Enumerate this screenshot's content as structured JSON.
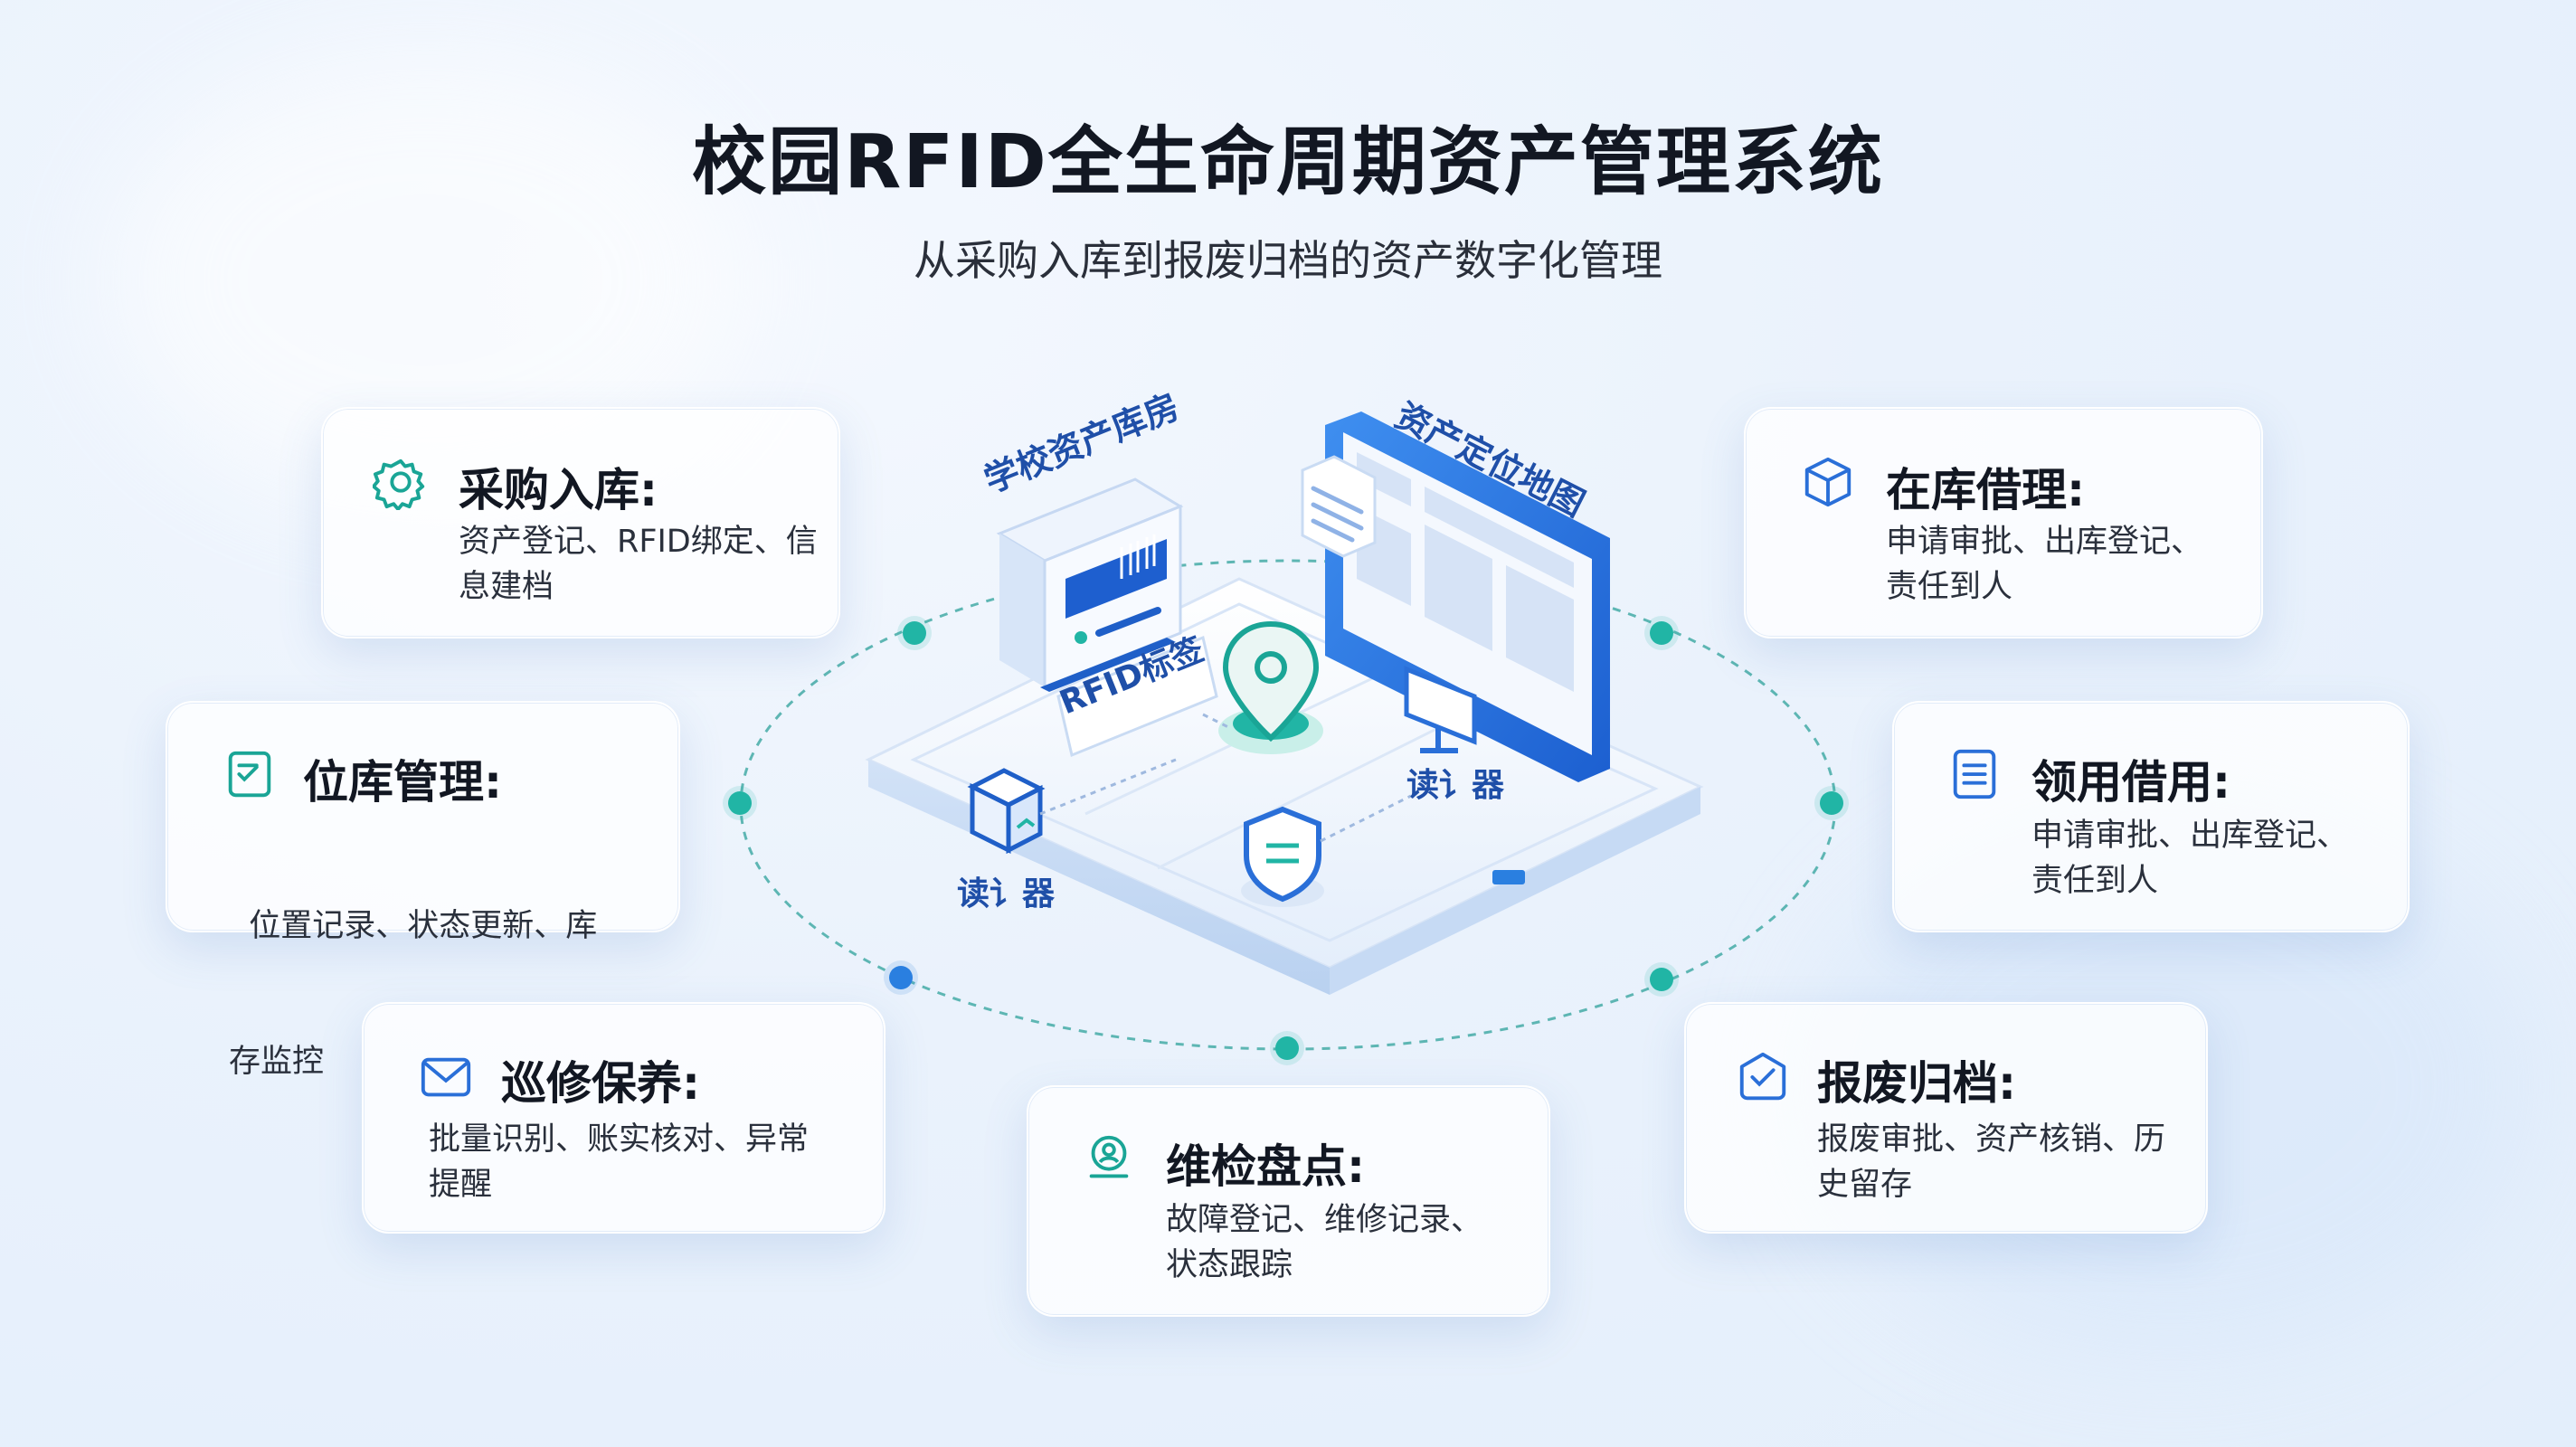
{
  "header": {
    "title": "校园RFID全生命周期资产管理系统",
    "subtitle": "从采购入库到报废归档的资产数字化管理"
  },
  "illustration": {
    "warehouse_label": "学校资产库房",
    "map_label": "资产定位地图",
    "rfid_tag_label": "RFID标签",
    "reader_left_label": "读讠器",
    "reader_right_label": "读讠器"
  },
  "cards": [
    {
      "title": "采购入库:",
      "lines": [
        "资产登记、RFID绑定、信",
        "息建档"
      ],
      "icon": "gear-icon"
    },
    {
      "title": "在库借理:",
      "lines": [
        "申请审批、出库登记、",
        "责任到人"
      ],
      "icon": "box-icon"
    },
    {
      "title": "位库管理:",
      "lines": [
        "  位置记录、状态更新、库",
        "存监控"
      ],
      "icon": "checklist-icon"
    },
    {
      "title": "领用借用:",
      "lines": [
        "申请审批、出库登记、",
        "责任到人"
      ],
      "icon": "document-icon"
    },
    {
      "title": "巡修保养:",
      "lines": [
        "批量识别、账实核对、异常",
        "提醒"
      ],
      "icon": "mail-icon"
    },
    {
      "title": "维检盘点:",
      "lines": [
        "故障登记、维修记录、",
        "状态跟踪"
      ],
      "icon": "user-pin-icon"
    },
    {
      "title": "报废归档:",
      "lines": [
        "报废审批、资产核销、历",
        "史留存"
      ],
      "icon": "archive-icon"
    }
  ],
  "colors": {
    "teal": "#21b5a5",
    "blue": "#2a7fe0",
    "dark_blue": "#1f5fc8"
  }
}
